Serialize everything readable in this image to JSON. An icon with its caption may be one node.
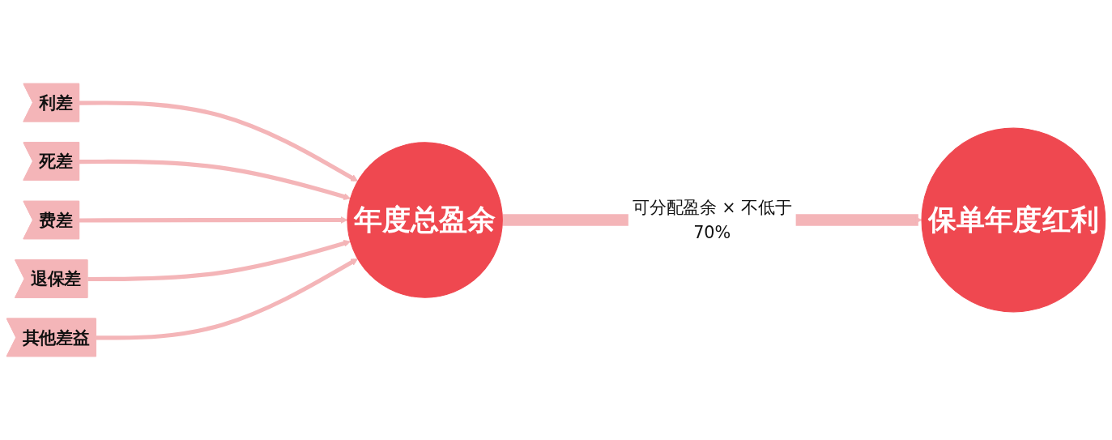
{
  "diagram": {
    "nodes": [
      {
        "text": [
          "利差"
        ]
      },
      {
        "text": [
          "死差"
        ]
      },
      {
        "text": [
          "费差"
        ]
      },
      {
        "text": [
          "退保差"
        ]
      },
      {
        "text": [
          "其他差益"
        ]
      },
      {
        "text": [
          "年度总盈余"
        ]
      },
      {
        "text": [
          "保单年度红利"
        ]
      }
    ],
    "edges": [
      {
        "from": 0,
        "to": 5,
        "arrow": "to"
      },
      {
        "from": 1,
        "to": 5,
        "arrow": "to"
      },
      {
        "from": 2,
        "to": 5,
        "arrow": "to"
      },
      {
        "from": 3,
        "to": 5,
        "arrow": "to"
      },
      {
        "from": 4,
        "to": 5,
        "arrow": "to"
      },
      {
        "from": 5,
        "to": 6,
        "arrow": "to",
        "label": "可分配盈余 × 不低于70%",
        "style": "thick"
      }
    ]
  }
}
